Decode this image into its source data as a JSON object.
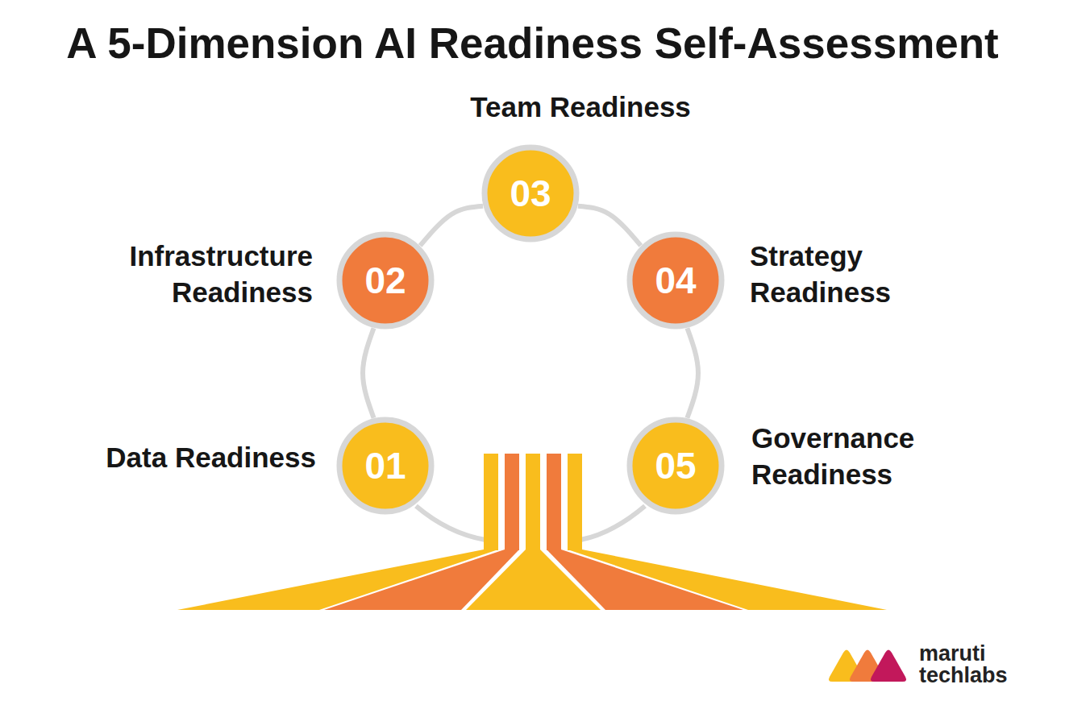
{
  "diagram": {
    "title": "A 5-Dimension AI Readiness Self-Assessment",
    "nodes": [
      {
        "text": [
          "01",
          "Data Readiness"
        ]
      },
      {
        "text": [
          "02",
          "Infrastructure Readiness"
        ]
      },
      {
        "text": [
          "03",
          "Team Readiness"
        ]
      },
      {
        "text": [
          "04",
          "Strategy Readiness"
        ]
      },
      {
        "text": [
          "05",
          "Governance Readiness"
        ]
      }
    ],
    "edges": [
      {
        "from": 0,
        "to": 1,
        "arrow": "none"
      },
      {
        "from": 1,
        "to": 2,
        "arrow": "none"
      },
      {
        "from": 2,
        "to": 3,
        "arrow": "none"
      },
      {
        "from": 3,
        "to": 4,
        "arrow": "none"
      }
    ],
    "labels": [
      "maruti techlabs"
    ]
  }
}
